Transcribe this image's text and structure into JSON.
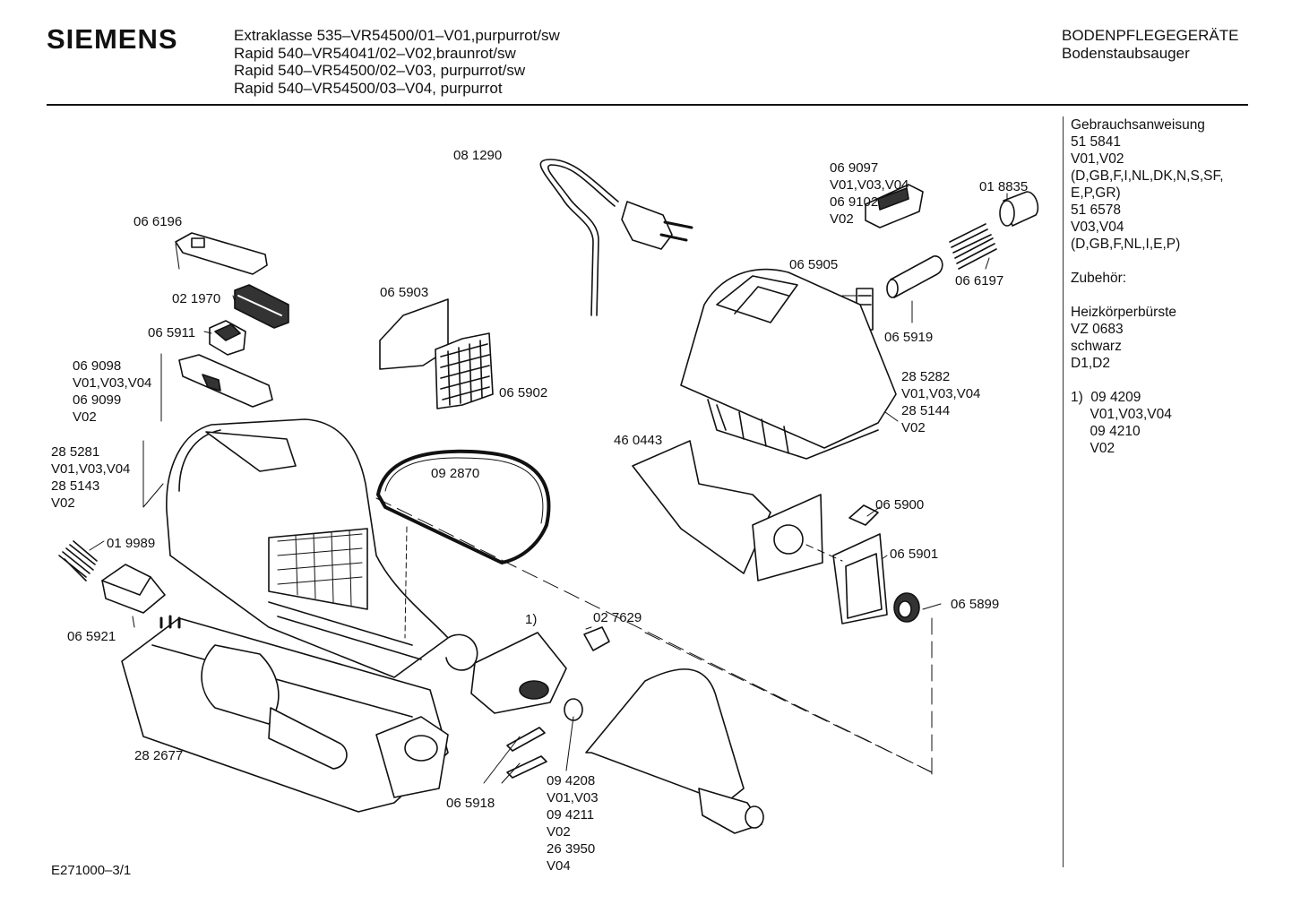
{
  "header": {
    "brand": "SIEMENS",
    "models": [
      "Extraklasse 535–VR54500/01–V01,purpurrot/sw",
      "Rapid 540–VR54041/02–V02,braunrot/sw",
      "Rapid 540–VR54500/02–V03, purpurrot/sw",
      "Rapid 540–VR54500/03–V04, purpurrot"
    ],
    "category": "BODENPFLEGEGERÄTE",
    "subcategory": "Bodenstaubsauger"
  },
  "sidebar": {
    "lines": [
      "Gebrauchsanweisung",
      "51 5841",
      "V01,V02",
      "(D,GB,F,I,NL,DK,N,S,SF,",
      "E,P,GR)",
      "51 6578",
      "V03,V04",
      "(D,GB,F,NL,I,E,P)",
      "",
      "Zubehör:",
      "",
      "Heizkörperbürste",
      "VZ 0683",
      "schwarz",
      "D1,D2",
      "",
      "1)  09 4209",
      "     V01,V03,V04",
      "     09 4210",
      "     V02"
    ]
  },
  "parts": {
    "p066196": "06 6196",
    "p021970": "02 1970",
    "p065911": "06 5911",
    "p069098": "06 9098\nV01,V03,V04\n06 9099\nV02",
    "p285281": "28 5281\nV01,V03,V04\n28 5143\nV02",
    "p019989": "01 9989",
    "p065921": "06 5921",
    "p282677": "28 2677",
    "p081290": "08 1290",
    "p065903": "06 5903",
    "p065902": "06 5902",
    "p092870": "09 2870",
    "p069097": "06 9097\nV01,V03,V04\n06 9102\nV02",
    "p018835": "01 8835",
    "p065905": "06 5905",
    "p066197": "06 6197",
    "p065919": "06 5919",
    "p285282": "28 5282\nV01,V03,V04\n28 5144\nV02",
    "p460443": "46 0443",
    "p065900": "06 5900",
    "p065901": "06 5901",
    "p065899": "06 5899",
    "p027629": "02 7629",
    "pnote1": "1)",
    "p094208": "09 4208\nV01,V03\n09 4211\nV02\n26 3950\nV04",
    "p065918": "06 5918"
  },
  "footer": {
    "drawing_id": "E271000–3/1"
  }
}
